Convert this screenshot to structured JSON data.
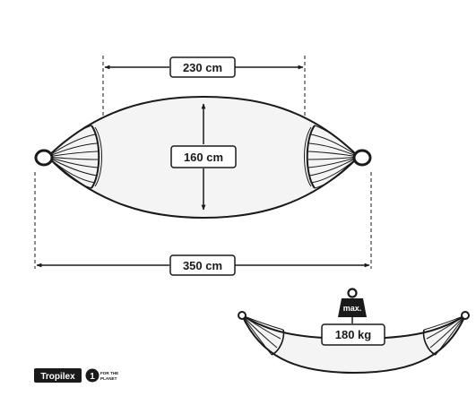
{
  "dimensions": {
    "top_width": "230 cm",
    "height": "160 cm",
    "total_length": "350 cm"
  },
  "load": {
    "badge": "max.",
    "capacity": "180 kg"
  },
  "branding": {
    "brand_logo": "Tropilex",
    "partner_number": "1",
    "partner_line1": "FOR THE",
    "partner_line2": "PLANET"
  },
  "colors": {
    "stroke": "#1a1a1a",
    "fabric": "#f4f4f4",
    "background": "#ffffff"
  }
}
